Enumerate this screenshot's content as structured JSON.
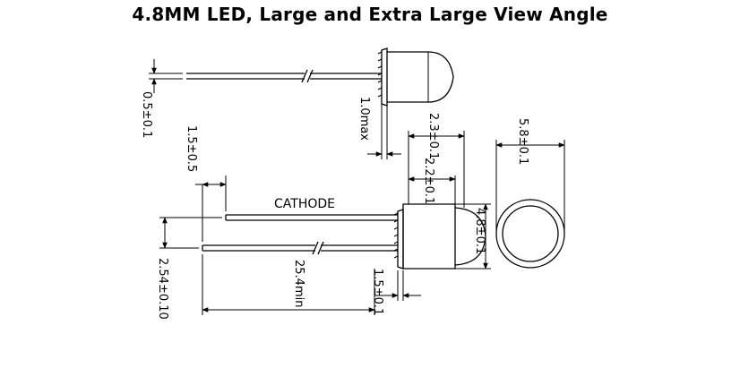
{
  "title": "4.8MM LED, Large and Extra Large View Angle",
  "labels": {
    "cathode": "CATHODE",
    "lead_thickness": "0.5±0.1",
    "flange_max": "1.0max",
    "lens_offset": "2.3±0.1",
    "body_length": "2.2±0.1",
    "outer_diameter": "5.8±0.1",
    "lead_bend": "1.5±0.5",
    "lens_diameter": "4.8±0.1",
    "lead_spacing": "2.54±0.10",
    "lead_length": "25.4min",
    "flange_height": "1.5±0.1"
  }
}
